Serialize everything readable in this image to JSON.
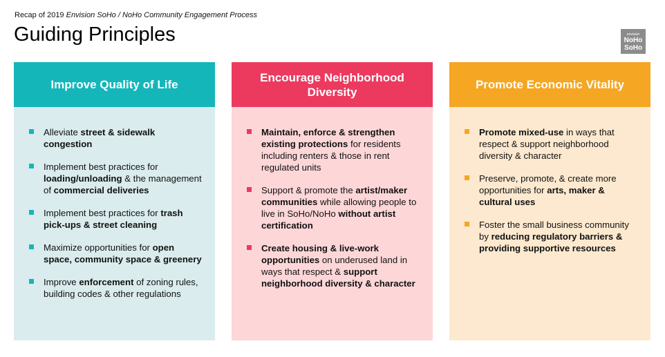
{
  "subtitle": {
    "prefix": "Recap of 2019 ",
    "italic": "Envision SoHo / NoHo Community Engagement Process"
  },
  "title": "Guiding Principles",
  "logo": {
    "top": "envision",
    "line1": "NoHo",
    "line2": "SoHo"
  },
  "columns": [
    {
      "title": "Improve Quality of Life",
      "head_color": "#14b6ba",
      "body_color": "#daeced",
      "bullet_color": "#14b6ba",
      "items": [
        [
          {
            "t": "Alleviate "
          },
          {
            "t": "street & sidewalk congestion",
            "b": true
          }
        ],
        [
          {
            "t": "Implement best practices for "
          },
          {
            "t": "loading/unloading",
            "b": true
          },
          {
            "t": " & the management of "
          },
          {
            "t": "commercial deliveries",
            "b": true
          }
        ],
        [
          {
            "t": "Implement best practices for "
          },
          {
            "t": "trash pick-ups & street cleaning",
            "b": true
          }
        ],
        [
          {
            "t": "Maximize opportunities for "
          },
          {
            "t": "open space, community space & greenery",
            "b": true
          }
        ],
        [
          {
            "t": "Improve "
          },
          {
            "t": "enforcement",
            "b": true
          },
          {
            "t": " of zoning rules, building codes & other regulations"
          }
        ]
      ]
    },
    {
      "title": "Encourage Neighborhood Diversity",
      "head_color": "#ec3a5f",
      "body_color": "#fdd6d8",
      "bullet_color": "#ec3a5f",
      "items": [
        [
          {
            "t": "Maintain, enforce & strengthen existing protections",
            "b": true
          },
          {
            "t": " for residents including renters & those in rent regulated units"
          }
        ],
        [
          {
            "t": "Support & promote the "
          },
          {
            "t": "artist/maker communities",
            "b": true
          },
          {
            "t": " while allowing people to live in SoHo/NoHo "
          },
          {
            "t": "without artist certification",
            "b": true
          }
        ],
        [
          {
            "t": "Create housing & live-work opportunities",
            "b": true
          },
          {
            "t": " on underused land in ways that respect & "
          },
          {
            "t": "support neighborhood diversity & character",
            "b": true
          }
        ]
      ]
    },
    {
      "title": "Promote Economic Vitality",
      "head_color": "#f5a623",
      "body_color": "#fde9cf",
      "bullet_color": "#f5a623",
      "items": [
        [
          {
            "t": "Promote mixed-use",
            "b": true
          },
          {
            "t": " in ways that respect & support neighborhood diversity & character"
          }
        ],
        [
          {
            "t": "Preserve, promote, & create more opportunities for "
          },
          {
            "t": "arts, maker & cultural uses",
            "b": true
          }
        ],
        [
          {
            "t": "Foster the small business community by "
          },
          {
            "t": "reducing regulatory barriers & providing supportive resources",
            "b": true
          }
        ]
      ]
    }
  ]
}
